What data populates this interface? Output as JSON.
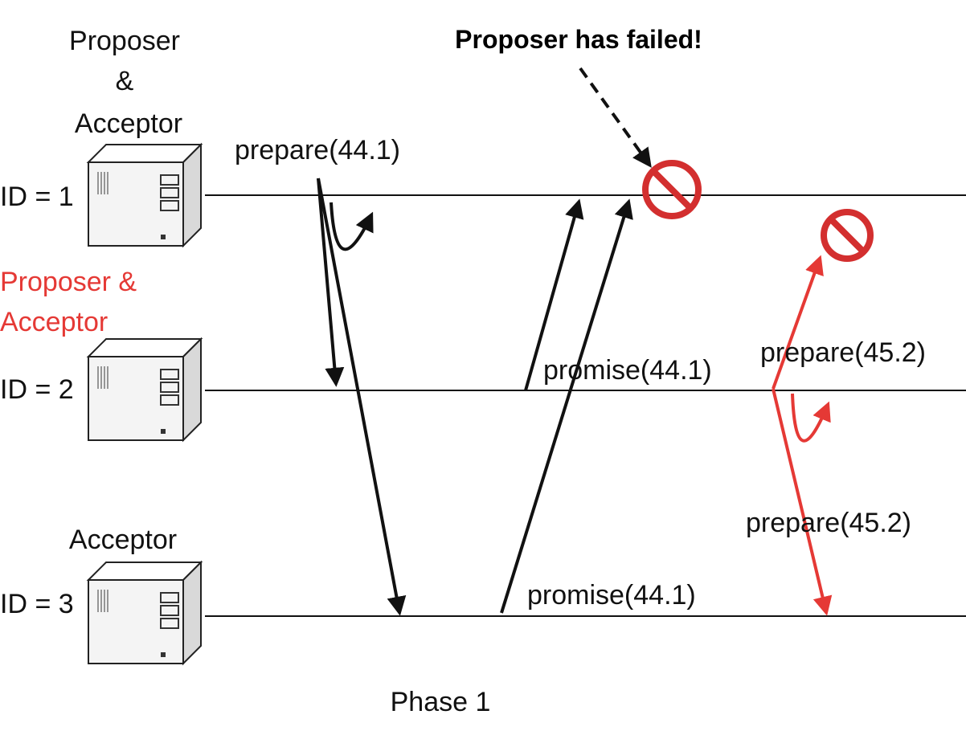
{
  "colors": {
    "black": "#111111",
    "red": "#e53935",
    "forbidden": "#d32f2f",
    "server_face": "#f4f4f4",
    "server_side": "#d9d9d9",
    "server_top": "#ffffff"
  },
  "annotation": {
    "failure_text": "Proposer has failed!"
  },
  "nodes": [
    {
      "role_lines": [
        "Proposer",
        "&",
        "Acceptor"
      ],
      "role_color": "black",
      "id_label": "ID = 1",
      "icon": "server-icon"
    },
    {
      "role_lines": [
        "Proposer &",
        "Acceptor"
      ],
      "role_color": "red",
      "id_label": "ID = 2",
      "icon": "server-icon"
    },
    {
      "role_lines": [
        "Acceptor"
      ],
      "role_color": "black",
      "id_label": "ID = 3",
      "icon": "server-icon"
    }
  ],
  "messages": {
    "prepare_1": "prepare(44.1)",
    "promise_from_2": "promise(44.1)",
    "promise_from_3": "promise(44.1)",
    "prepare_2_to_1": "prepare(45.2)",
    "prepare_2_to_3": "prepare(45.2)"
  },
  "footer": {
    "phase_label": "Phase 1"
  },
  "icons": {
    "failure_icon": "forbidden-icon"
  }
}
